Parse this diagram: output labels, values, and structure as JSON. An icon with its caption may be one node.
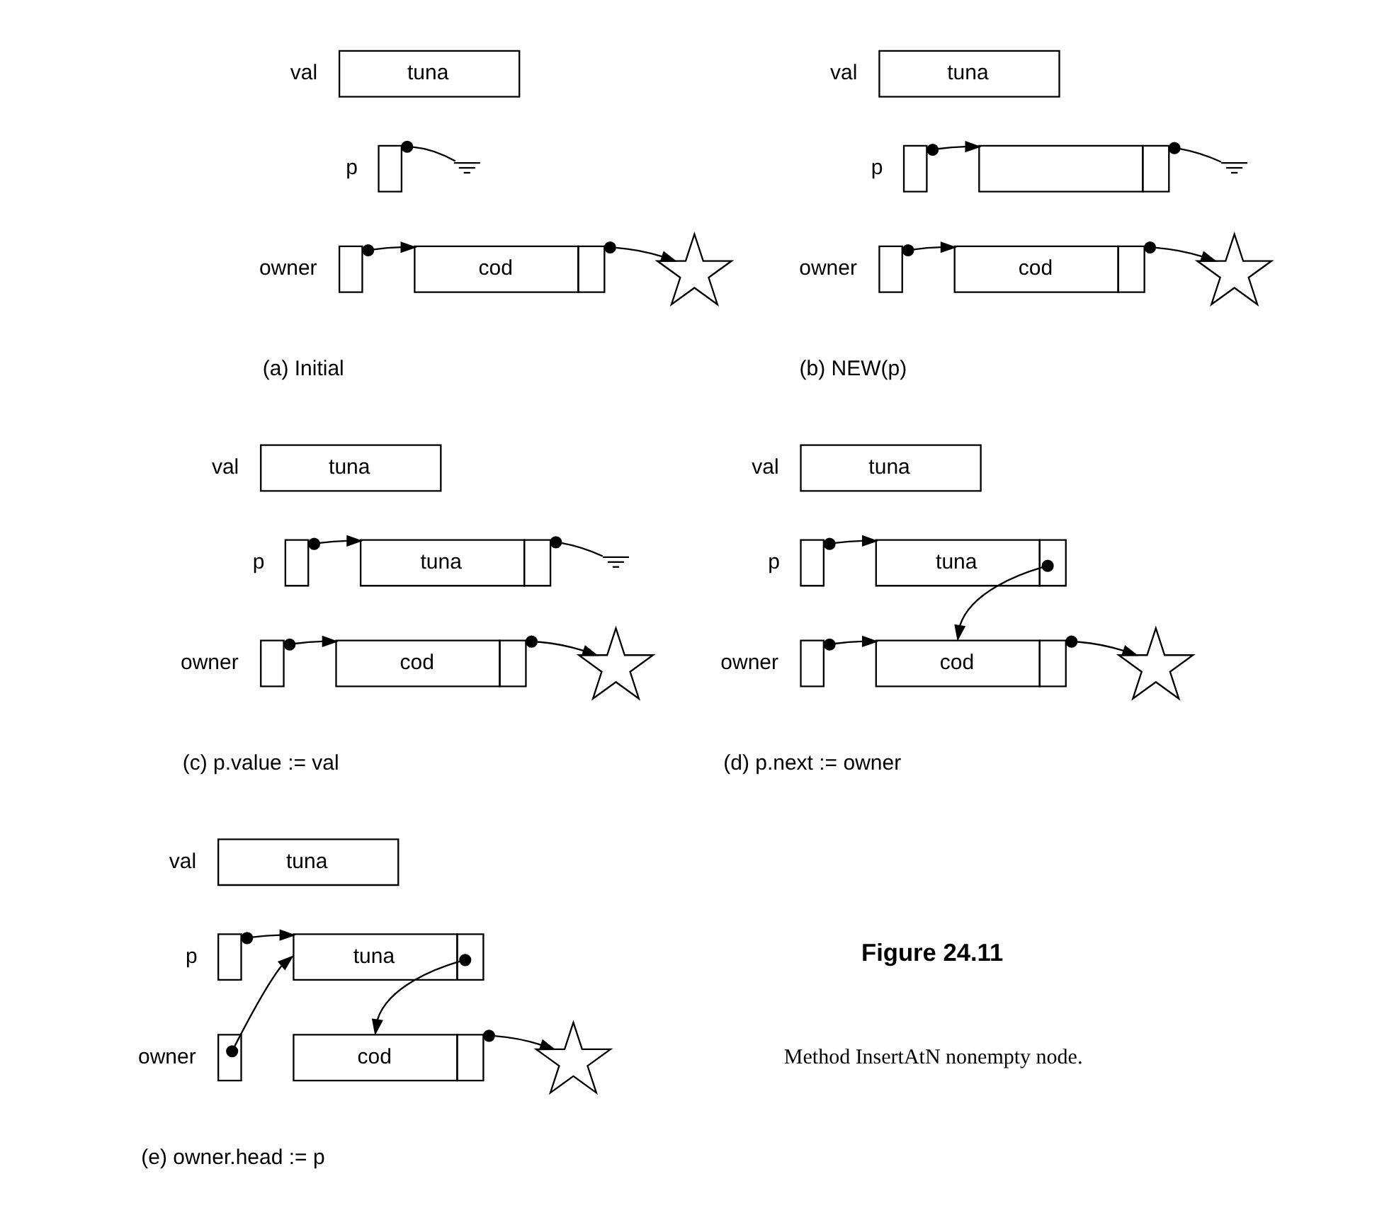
{
  "diagram": {
    "nodes": [
      {
        "text": [
          "tuna"
        ],
        "beside": [
          "val"
        ]
      },
      {
        "text": [],
        "shape": "box",
        "beside": [
          "p"
        ]
      },
      {
        "text": [],
        "shape": "box",
        "beside": [
          "owner"
        ]
      },
      {
        "text": [
          "cod"
        ]
      },
      {
        "text": [],
        "shape": "star"
      },
      {
        "text": [
          "tuna"
        ],
        "beside": [
          "val"
        ]
      },
      {
        "text": [],
        "shape": "box",
        "beside": [
          "p"
        ]
      },
      {
        "text": [],
        "shape": "box"
      },
      {
        "text": [],
        "shape": "box",
        "beside": [
          "owner"
        ]
      },
      {
        "text": [
          "cod"
        ]
      },
      {
        "text": [],
        "shape": "star"
      },
      {
        "text": [
          "tuna"
        ],
        "beside": [
          "val"
        ]
      },
      {
        "text": [],
        "shape": "box",
        "beside": [
          "p"
        ]
      },
      {
        "text": [
          "tuna"
        ]
      },
      {
        "text": [],
        "shape": "box",
        "beside": [
          "owner"
        ]
      },
      {
        "text": [
          "cod"
        ]
      },
      {
        "text": [],
        "shape": "star"
      },
      {
        "text": [
          "tuna"
        ],
        "beside": [
          "val"
        ]
      },
      {
        "text": [],
        "shape": "box",
        "beside": [
          "p"
        ]
      },
      {
        "text": [
          "tuna"
        ]
      },
      {
        "text": [],
        "shape": "box",
        "beside": [
          "owner"
        ]
      },
      {
        "text": [
          "cod"
        ]
      },
      {
        "text": [],
        "shape": "star"
      },
      {
        "text": [
          "tuna"
        ],
        "beside": [
          "val"
        ]
      },
      {
        "text": [],
        "shape": "box",
        "beside": [
          "p"
        ]
      },
      {
        "text": [
          "tuna"
        ]
      },
      {
        "text": [],
        "shape": "box",
        "beside": [
          "owner"
        ]
      },
      {
        "text": [
          "cod"
        ]
      },
      {
        "text": [],
        "shape": "star"
      },
      {
        "text": [],
        "shape": "ground"
      },
      {
        "text": [],
        "shape": "ground"
      },
      {
        "text": [],
        "shape": "ground"
      }
    ],
    "edges": [
      {
        "from": 1,
        "to": 29,
        "arrow": "other"
      },
      {
        "from": 2,
        "to": 3,
        "arrow": "to"
      },
      {
        "from": 3,
        "to": 4,
        "arrow": "to"
      },
      {
        "from": 6,
        "to": 7,
        "arrow": "to"
      },
      {
        "from": 7,
        "to": 30,
        "arrow": "other"
      },
      {
        "from": 8,
        "to": 9,
        "arrow": "to"
      },
      {
        "from": 9,
        "to": 10,
        "arrow": "to"
      },
      {
        "from": 12,
        "to": 13,
        "arrow": "to"
      },
      {
        "from": 13,
        "to": 31,
        "arrow": "other"
      },
      {
        "from": 14,
        "to": 15,
        "arrow": "to"
      },
      {
        "from": 15,
        "to": 16,
        "arrow": "to"
      },
      {
        "from": 18,
        "to": 19,
        "arrow": "to"
      },
      {
        "from": 19,
        "to": 21,
        "arrow": "to"
      },
      {
        "from": 20,
        "to": 21,
        "arrow": "to"
      },
      {
        "from": 21,
        "to": 22,
        "arrow": "to"
      },
      {
        "from": 24,
        "to": 25,
        "arrow": "to"
      },
      {
        "from": 26,
        "to": 25,
        "arrow": "to"
      },
      {
        "from": 25,
        "to": 27,
        "arrow": "to"
      },
      {
        "from": 27,
        "to": 28,
        "arrow": "to"
      }
    ],
    "labels": [
      "(a) Initial",
      "(b) NEW(p)",
      "(c) p.value := val",
      "(d) p.next := owner",
      "(e) owner.head := p",
      "Figure 24.11",
      "Method InsertAtN nonempty node."
    ]
  }
}
